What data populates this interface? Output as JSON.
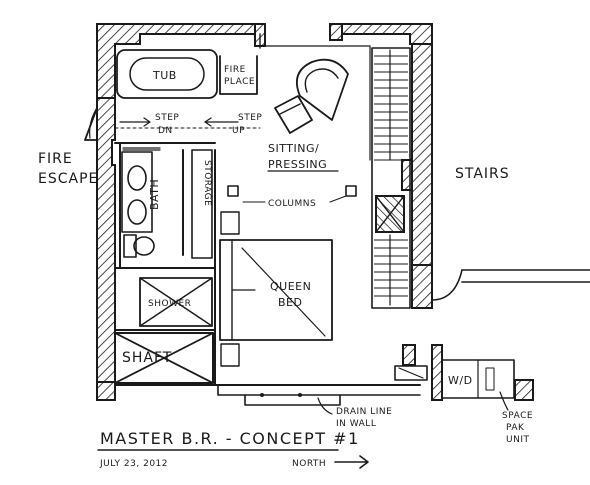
{
  "plan": {
    "title": "MASTER B.R. - CONCEPT #1",
    "date": "JULY 23, 2012",
    "north_label": "NORTH"
  },
  "labels": {
    "fire_escape_1": "FIRE",
    "fire_escape_2": "ESCAPE",
    "tub": "TUB",
    "fireplace_1": "FIRE",
    "fireplace_2": "PLACE",
    "step_dn_1": "STEP",
    "step_dn_2": "DN",
    "step_up_1": "STEP",
    "step_up_2": "UP",
    "sitting_1": "SITTING/",
    "sitting_2": "PRESSING",
    "storage": "STORAGE",
    "bath": "BATH",
    "columns": "COLUMNS",
    "stairs": "STAIRS",
    "shower": "SHOWER",
    "shaft": "SHAFT",
    "queen_1": "QUEEN",
    "queen_2": "BED",
    "wd": "W/D",
    "drain_1": "DRAIN LINE",
    "drain_2": "IN WALL",
    "space_1": "SPACE",
    "space_2": "PAK",
    "space_3": "UNIT"
  },
  "colors": {
    "ink": "#1a1a1a",
    "paper": "#ffffff"
  }
}
